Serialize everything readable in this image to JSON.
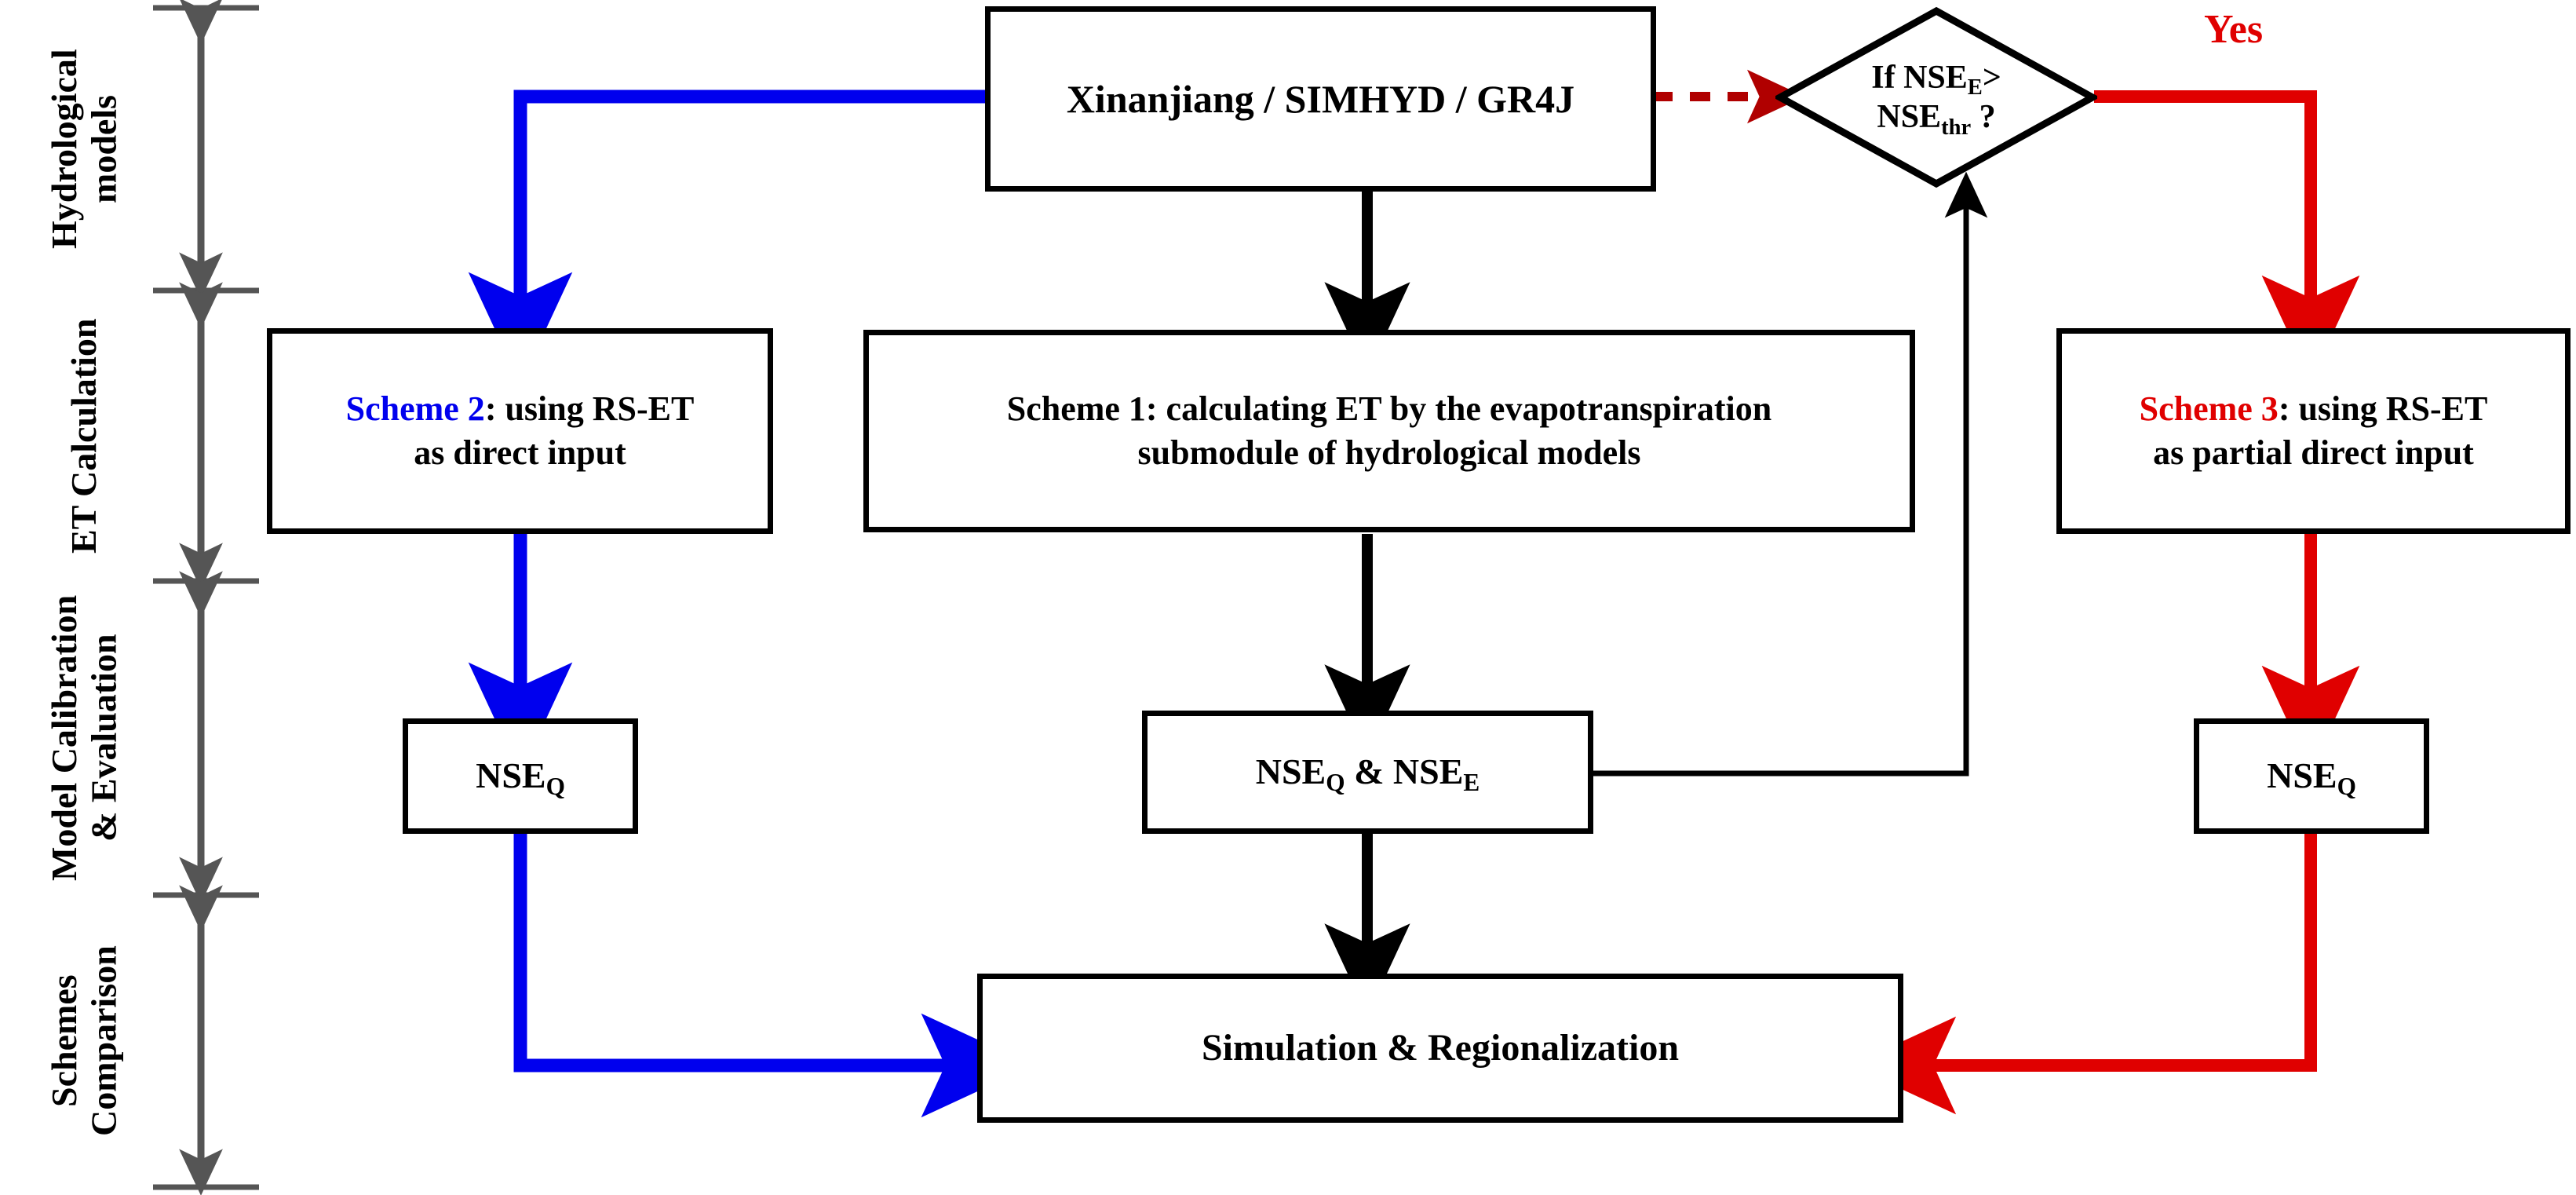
{
  "diagram": {
    "title": "Hydrological modelling schemes flowchart",
    "colors": {
      "blue": "#0000ee",
      "red": "#e00000",
      "dark_red": "#b00000",
      "black": "#000000",
      "axis_gray": "#555555"
    }
  },
  "stages": [
    {
      "id": "stage-hydrological-models",
      "label": "Hydrological models"
    },
    {
      "id": "stage-et-calculation",
      "label": "ET Calculation"
    },
    {
      "id": "stage-model-calibration-evaluation",
      "label": "Model Calibration & Evaluation"
    },
    {
      "id": "stage-schemes-comparison",
      "label": "Schemes Comparison"
    }
  ],
  "nodes": {
    "models": {
      "label": "Xinanjiang / SIMHYD / GR4J"
    },
    "decision": {
      "line1_prefix": "If NSE",
      "line1_sub": "E",
      "line1_suffix": ">",
      "line2_prefix": "NSE",
      "line2_sub": "thr",
      "line2_suffix": " ?"
    },
    "yes_label": "Yes",
    "scheme2": {
      "name": "Scheme 2",
      "rest": ": using RS-ET",
      "line2": "as direct input"
    },
    "scheme1": {
      "name": "Scheme 1",
      "rest": ": calculating ET by the evapotranspiration",
      "line2": "submodule of  hydrological models"
    },
    "scheme3": {
      "name": "Scheme 3",
      "rest": ": using RS-ET",
      "line2": "as partial direct input"
    },
    "nse_left": {
      "prefix": "NSE",
      "sub": "Q"
    },
    "nse_center": {
      "prefix1": "NSE",
      "sub1": "Q",
      "mid": " & ",
      "prefix2": "NSE",
      "sub2": "E"
    },
    "nse_right": {
      "prefix": "NSE",
      "sub": "Q"
    },
    "final": {
      "label": "Simulation & Regionalization"
    }
  },
  "chart_data": {
    "type": "diagram",
    "title": "Hydrological modelling schemes flowchart",
    "nodes": [
      {
        "id": "models",
        "text": "Xinanjiang / SIMHYD / GR4J",
        "stage": "Hydrological models",
        "shape": "rect"
      },
      {
        "id": "decision",
        "text": "If NSE_E > NSE_thr ?",
        "stage": "Hydrological models",
        "shape": "diamond"
      },
      {
        "id": "scheme2",
        "text": "Scheme 2: using RS-ET as direct input",
        "stage": "ET Calculation",
        "shape": "rect",
        "accent": "#0000ee"
      },
      {
        "id": "scheme1",
        "text": "Scheme 1: calculating ET by the evapotranspiration submodule of hydrological models",
        "stage": "ET Calculation",
        "shape": "rect",
        "accent": "#000000"
      },
      {
        "id": "scheme3",
        "text": "Scheme 3: using RS-ET as partial direct input",
        "stage": "ET Calculation",
        "shape": "rect",
        "accent": "#e00000"
      },
      {
        "id": "nse_left",
        "text": "NSE_Q",
        "stage": "Model Calibration & Evaluation",
        "shape": "rect"
      },
      {
        "id": "nse_center",
        "text": "NSE_Q & NSE_E",
        "stage": "Model Calibration & Evaluation",
        "shape": "rect"
      },
      {
        "id": "nse_right",
        "text": "NSE_Q",
        "stage": "Model Calibration & Evaluation",
        "shape": "rect"
      },
      {
        "id": "final",
        "text": "Simulation & Regionalization",
        "stage": "Schemes Comparison",
        "shape": "rect"
      }
    ],
    "edges": [
      {
        "from": "models",
        "to": "scheme2",
        "color": "#0000ee",
        "style": "solid",
        "label": ""
      },
      {
        "from": "models",
        "to": "scheme1",
        "color": "#000000",
        "style": "solid",
        "label": ""
      },
      {
        "from": "models",
        "to": "decision",
        "color": "#b00000",
        "style": "dashed",
        "label": ""
      },
      {
        "from": "decision",
        "to": "scheme3",
        "color": "#e00000",
        "style": "solid",
        "label": "Yes"
      },
      {
        "from": "scheme2",
        "to": "nse_left",
        "color": "#0000ee",
        "style": "solid",
        "label": ""
      },
      {
        "from": "scheme1",
        "to": "nse_center",
        "color": "#000000",
        "style": "solid",
        "label": ""
      },
      {
        "from": "scheme3",
        "to": "nse_right",
        "color": "#e00000",
        "style": "solid",
        "label": ""
      },
      {
        "from": "nse_left",
        "to": "final",
        "color": "#0000ee",
        "style": "solid",
        "label": ""
      },
      {
        "from": "nse_center",
        "to": "final",
        "color": "#000000",
        "style": "solid",
        "label": ""
      },
      {
        "from": "nse_right",
        "to": "final",
        "color": "#e00000",
        "style": "solid",
        "label": ""
      },
      {
        "from": "nse_center",
        "to": "decision",
        "color": "#000000",
        "style": "solid",
        "label": ""
      }
    ]
  }
}
